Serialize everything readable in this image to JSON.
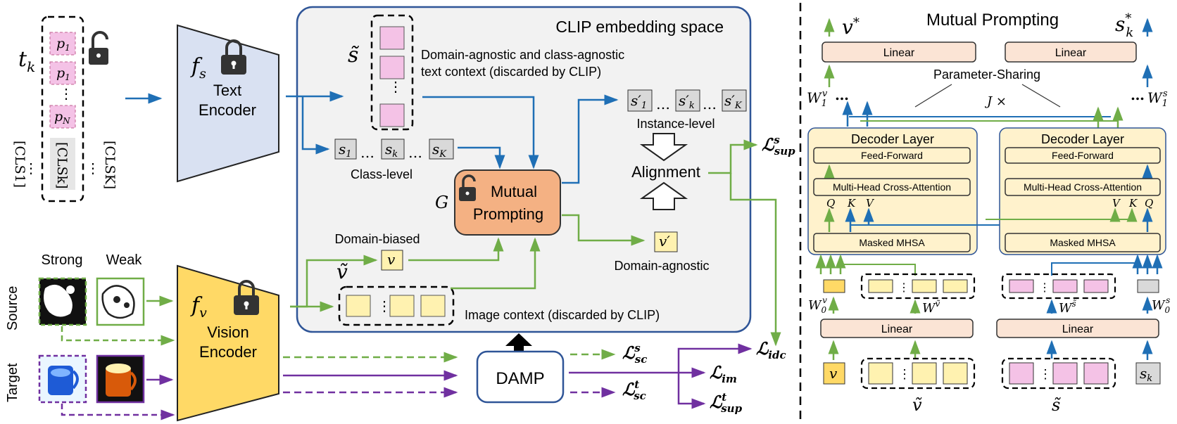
{
  "left": {
    "text_input": {
      "symbol": "t_k",
      "tokens": [
        "p1",
        "p1",
        "pN"
      ],
      "vdots": "⋮",
      "cls_tokens": [
        "[CLS1]",
        "[CLSk]",
        "[CLSK]"
      ],
      "hdots": "⋯"
    },
    "text_encoder": {
      "symbol": "f_s",
      "line1": "Text",
      "line2": "Encoder"
    },
    "vision_encoder": {
      "symbol": "f_v",
      "line1": "Vision",
      "line2": "Encoder"
    },
    "strong_label": "Strong",
    "weak_label": "Weak",
    "source_label": "Source",
    "target_label": "Target",
    "clip_title": "CLIP embedding space",
    "s_tilde_symbol": "s̃",
    "text_context_line1": "Domain-agnostic and class-agnostic",
    "text_context_line2": "text context (discarded by CLIP)",
    "class_level": {
      "s1": "s1",
      "sk": "sk",
      "sK": "sK",
      "dots": "…",
      "label": "Class-level"
    },
    "instance_level": {
      "s1p": "s′1",
      "skp": "s′k",
      "sKp": "s′K",
      "dots": "…",
      "label": "Instance-level"
    },
    "mutual_box": {
      "g_symbol": "G",
      "line1": "Mutual",
      "line2": "Prompting"
    },
    "alignment": "Alignment",
    "domain_biased": "Domain-biased",
    "v_symbol": "v",
    "v_prime": "v′",
    "domain_agnostic": "Domain-agnostic",
    "v_tilde_symbol": "ṽ",
    "image_context": "Image context (discarded by CLIP)",
    "damp": "DAMP",
    "losses": {
      "sup_s": "ℒ",
      "sup_s_sub": "sup",
      "sup_s_sup": "s",
      "idc": "ℒ",
      "idc_sub": "idc",
      "sc_s": "ℒ",
      "sc_s_sub": "sc",
      "sc_s_sup": "s",
      "im": "ℒ",
      "im_sub": "im",
      "sc_t": "ℒ",
      "sc_t_sub": "sc",
      "sc_t_sup": "t",
      "sup_t": "ℒ",
      "sup_t_sub": "sup",
      "sup_t_sup": "t"
    }
  },
  "right": {
    "title": "Mutual Prompting",
    "v_star": "v*",
    "s_star": "s*k",
    "linear": "Linear",
    "param_sharing": "Parameter-Sharing",
    "j_times": "J ×",
    "w1v": "W1v",
    "w1s": "W1s",
    "decoder_layer": "Decoder Layer",
    "feed_forward": "Feed-Forward",
    "cross_attention": "Multi-Head Cross-Attention",
    "masked_mhsa": "Masked MHSA",
    "q": "Q",
    "k": "K",
    "v": "V",
    "w0v": "W0v",
    "wv_tilde": "Wṽ",
    "ws_tilde": "Ws̃",
    "w0s": "W0s",
    "v_in": "v",
    "v_tilde_in": "ṽ",
    "s_tilde_in": "s̃",
    "sk_in": "sk"
  },
  "colors": {
    "blue_arrow": "#1f6fb5",
    "green_arrow": "#70ad47",
    "purple_arrow": "#7030a0",
    "text_encoder_fill": "#d9e1f2",
    "vision_encoder_fill": "#ffd966",
    "mutual_fill": "#f4b183",
    "clip_fill": "#f2f2f2",
    "decoder_fill": "#fff2cc",
    "linear_fill": "#fbe4d5",
    "pink_token": "#f4c2e6",
    "yellow_token": "#fff2b0",
    "gray_token": "#d9d9d9"
  }
}
